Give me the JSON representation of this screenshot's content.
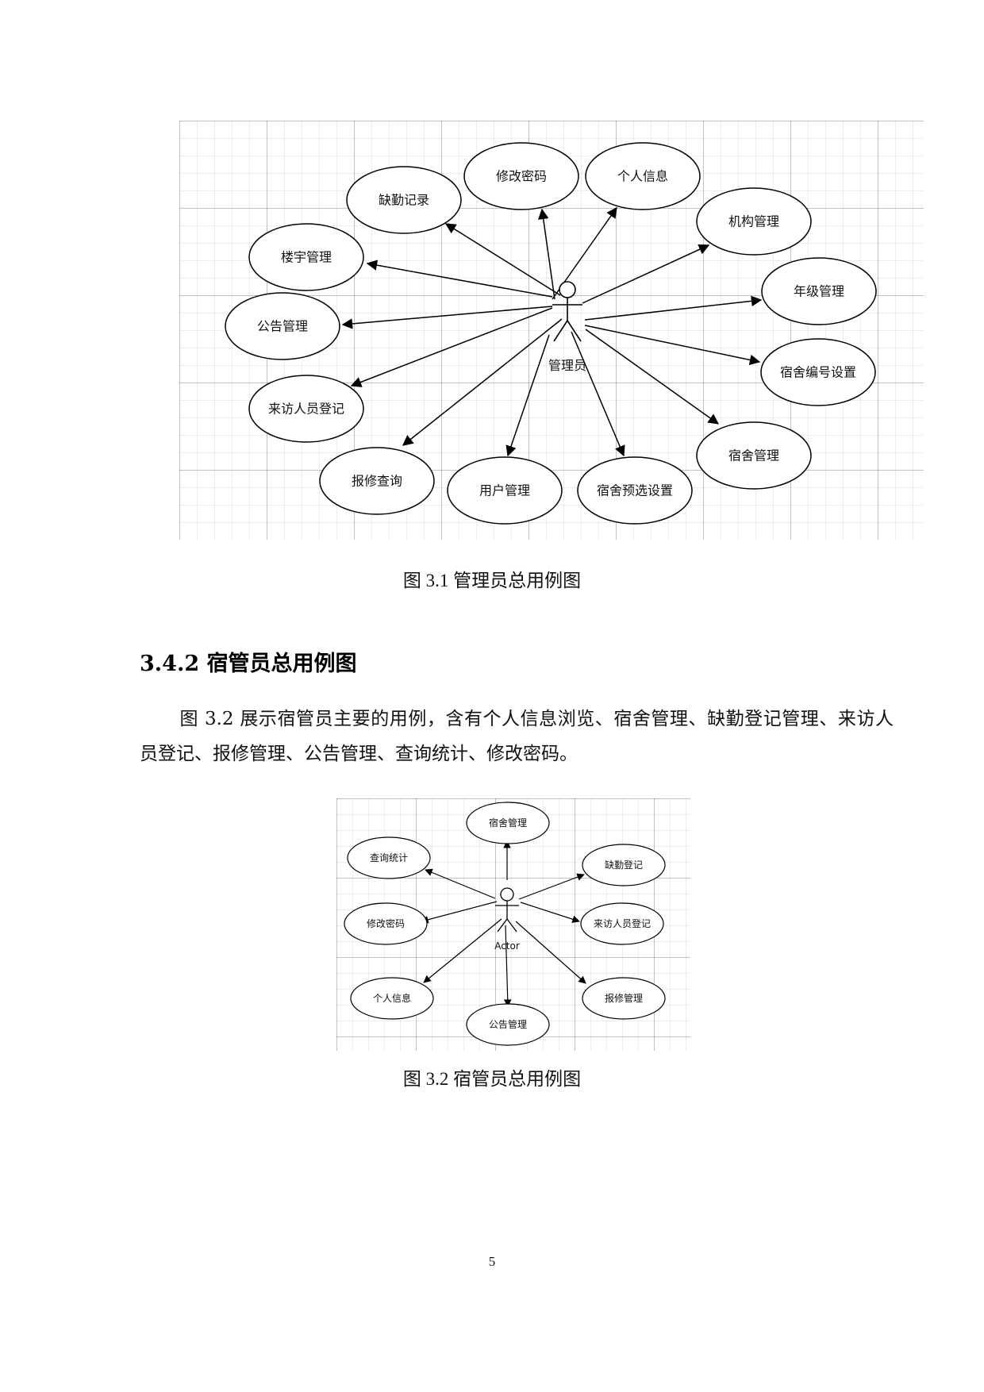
{
  "figure1": {
    "actor": "管理员",
    "usecases": [
      "修改密码",
      "个人信息",
      "缺勤记录",
      "机构管理",
      "楼宇管理",
      "年级管理",
      "公告管理",
      "宿舍编号设置",
      "来访人员登记",
      "宿舍管理",
      "报修查询",
      "用户管理",
      "宿舍预选设置"
    ],
    "caption": "图 3.1 管理员总用例图"
  },
  "section": {
    "heading": "3.4.2 宿管员总用例图",
    "paragraph": "图 3.2 展示宿管员主要的用例，含有个人信息浏览、宿舍管理、缺勤登记管理、来访人员登记、报修管理、公告管理、查询统计、修改密码。"
  },
  "figure2": {
    "actor": "Actor",
    "usecases": [
      "宿舍管理",
      "查询统计",
      "缺勤登记",
      "修改密码",
      "来访人员登记",
      "个人信息",
      "报修管理",
      "公告管理"
    ],
    "caption": "图 3.2 宿管员总用例图"
  },
  "page_number": "5"
}
